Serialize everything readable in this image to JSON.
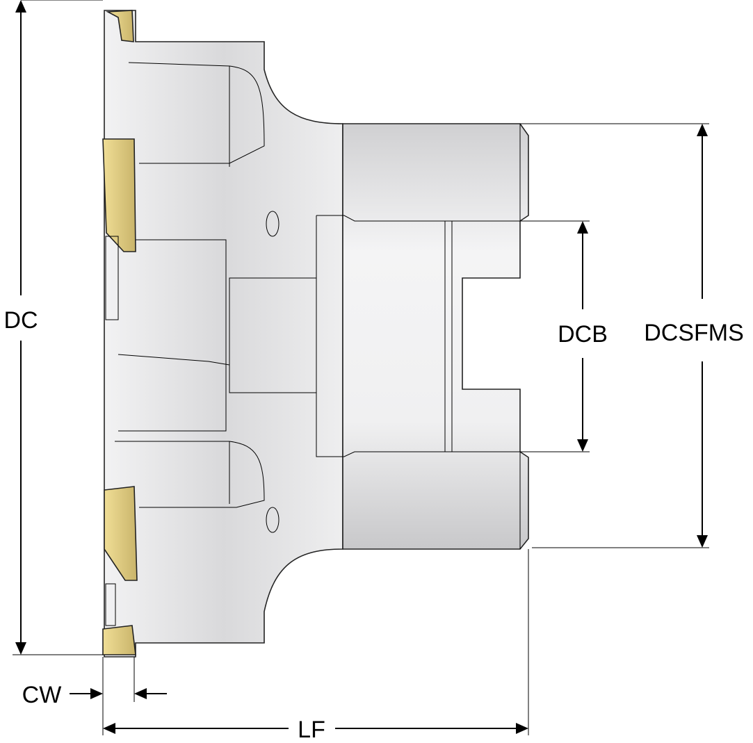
{
  "title": "Milling cutter dimension diagram",
  "dimensions": {
    "dc": "DC",
    "dcsfms": "DCSFMS",
    "dcb": "DCB",
    "cw": "CW",
    "lf": "LF"
  },
  "colors": {
    "body": "#e6e6e8",
    "insert": "#e8d48a",
    "line": "#000000"
  }
}
